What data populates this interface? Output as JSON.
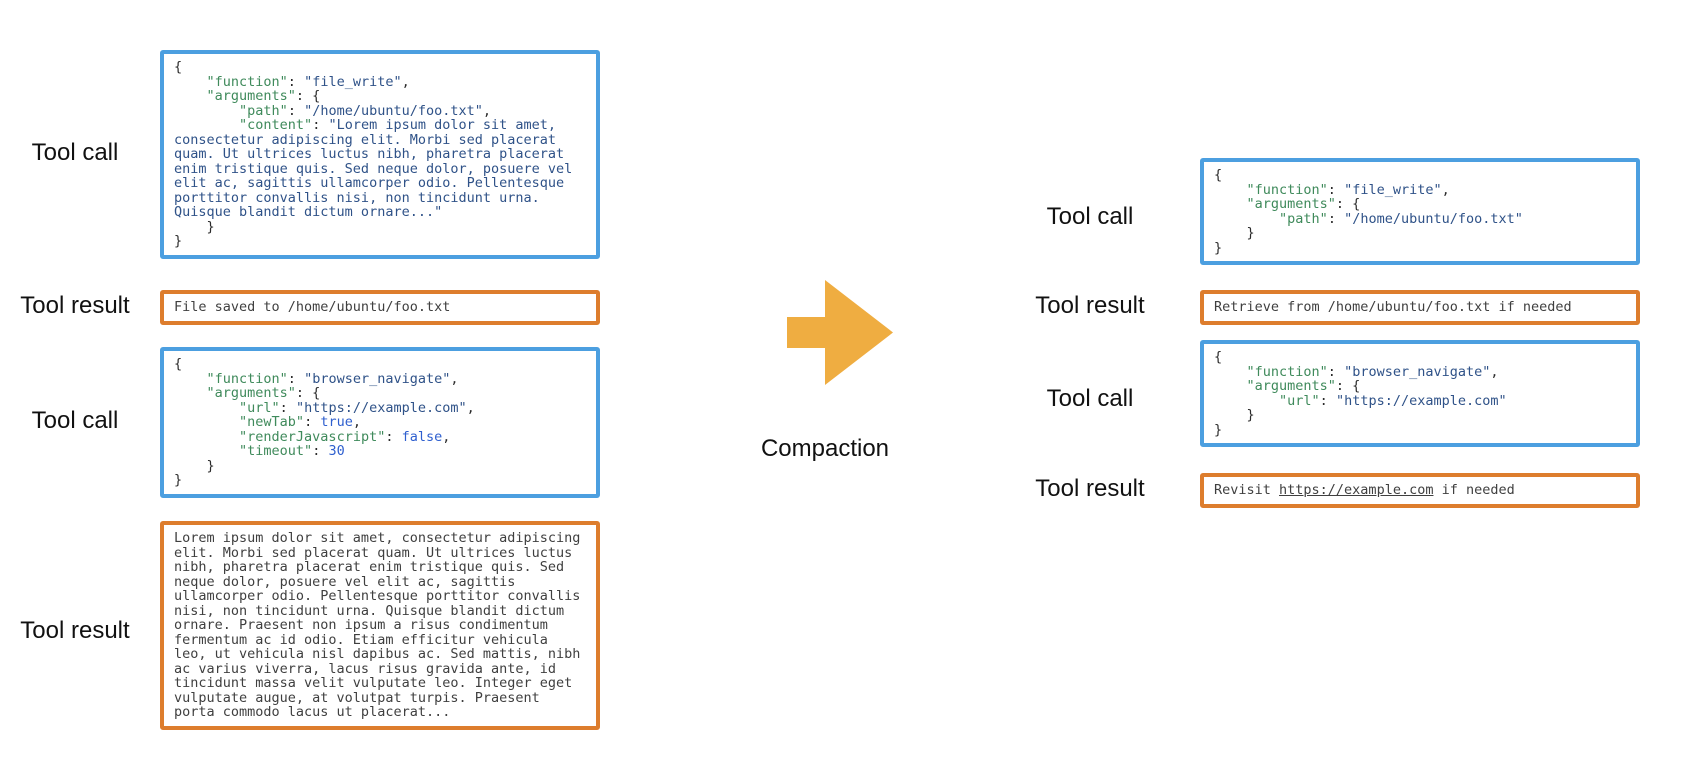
{
  "labels": {
    "tool_call": "Tool call",
    "tool_result": "Tool result",
    "compaction": "Compaction"
  },
  "colors": {
    "tool_call_border": "#4c9fe0",
    "tool_result_border": "#dd7d2d",
    "arrow_fill": "#efad41",
    "json_key": "#3f8a5b",
    "json_string": "#2f5288",
    "json_literal": "#2e5fcf",
    "code_plain": "#2b2b2b",
    "result_text": "#3f3f3f"
  },
  "left": {
    "tool_call_1": {
      "lines": [
        [
          {
            "t": "{"
          }
        ],
        [
          {
            "t": "    "
          },
          {
            "t": "\"function\"",
            "c": "k"
          },
          {
            "t": ": "
          },
          {
            "t": "\"file_write\"",
            "c": "s"
          },
          {
            "t": ","
          }
        ],
        [
          {
            "t": "    "
          },
          {
            "t": "\"arguments\"",
            "c": "k"
          },
          {
            "t": ": {"
          }
        ],
        [
          {
            "t": "        "
          },
          {
            "t": "\"path\"",
            "c": "k"
          },
          {
            "t": ": "
          },
          {
            "t": "\"/home/ubuntu/foo.txt\"",
            "c": "s"
          },
          {
            "t": ","
          }
        ],
        [
          {
            "t": "        "
          },
          {
            "t": "\"content\"",
            "c": "k"
          },
          {
            "t": ": "
          },
          {
            "t": "\"Lorem ipsum dolor sit amet, consectetur adipiscing elit. Morbi sed placerat quam. Ut ultrices luctus nibh, pharetra placerat enim tristique quis. Sed neque dolor, posuere vel elit ac, sagittis ullamcorper odio. Pellentesque porttitor convallis nisi, non tincidunt urna. Quisque blandit dictum ornare...\"",
            "c": "s"
          }
        ],
        [
          {
            "t": "    }"
          }
        ],
        [
          {
            "t": "}"
          }
        ]
      ]
    },
    "tool_result_1": {
      "lines": [
        [
          {
            "t": "File saved to /home/ubuntu/foo.txt",
            "c": "r"
          }
        ]
      ]
    },
    "tool_call_2": {
      "lines": [
        [
          {
            "t": "{"
          }
        ],
        [
          {
            "t": "    "
          },
          {
            "t": "\"function\"",
            "c": "k"
          },
          {
            "t": ": "
          },
          {
            "t": "\"browser_navigate\"",
            "c": "s"
          },
          {
            "t": ","
          }
        ],
        [
          {
            "t": "    "
          },
          {
            "t": "\"arguments\"",
            "c": "k"
          },
          {
            "t": ": {"
          }
        ],
        [
          {
            "t": "        "
          },
          {
            "t": "\"url\"",
            "c": "k"
          },
          {
            "t": ": "
          },
          {
            "t": "\"https://example.com\"",
            "c": "s"
          },
          {
            "t": ","
          }
        ],
        [
          {
            "t": "        "
          },
          {
            "t": "\"newTab\"",
            "c": "k"
          },
          {
            "t": ": "
          },
          {
            "t": "true",
            "c": "b"
          },
          {
            "t": ","
          }
        ],
        [
          {
            "t": "        "
          },
          {
            "t": "\"renderJavascript\"",
            "c": "k"
          },
          {
            "t": ": "
          },
          {
            "t": "false",
            "c": "b"
          },
          {
            "t": ","
          }
        ],
        [
          {
            "t": "        "
          },
          {
            "t": "\"timeout\"",
            "c": "k"
          },
          {
            "t": ": "
          },
          {
            "t": "30",
            "c": "b"
          }
        ],
        [
          {
            "t": "    }"
          }
        ],
        [
          {
            "t": "}"
          }
        ]
      ]
    },
    "tool_result_2": {
      "lines": [
        [
          {
            "t": "Lorem ipsum dolor sit amet, consectetur adipiscing elit. Morbi sed placerat quam. Ut ultrices luctus nibh, pharetra placerat enim tristique quis. Sed neque dolor, posuere vel elit ac, sagittis ullamcorper odio. Pellentesque porttitor convallis nisi, non tincidunt urna. Quisque blandit dictum ornare. Praesent non ipsum a risus condimentum fermentum ac id odio. Etiam efficitur vehicula leo, ut vehicula nisl dapibus ac. Sed mattis, nibh ac varius viverra, lacus risus gravida ante, id tincidunt massa velit vulputate leo. Integer eget vulputate augue, at volutpat turpis. Praesent porta commodo lacus ut placerat...",
            "c": "r"
          }
        ]
      ]
    }
  },
  "right": {
    "tool_call_1": {
      "lines": [
        [
          {
            "t": "{"
          }
        ],
        [
          {
            "t": "    "
          },
          {
            "t": "\"function\"",
            "c": "k"
          },
          {
            "t": ": "
          },
          {
            "t": "\"file_write\"",
            "c": "s"
          },
          {
            "t": ","
          }
        ],
        [
          {
            "t": "    "
          },
          {
            "t": "\"arguments\"",
            "c": "k"
          },
          {
            "t": ": {"
          }
        ],
        [
          {
            "t": "        "
          },
          {
            "t": "\"path\"",
            "c": "k"
          },
          {
            "t": ": "
          },
          {
            "t": "\"/home/ubuntu/foo.txt\"",
            "c": "s"
          }
        ],
        [
          {
            "t": "    }"
          }
        ],
        [
          {
            "t": "}"
          }
        ]
      ]
    },
    "tool_result_1": {
      "lines": [
        [
          {
            "t": "Retrieve from /home/ubuntu/foo.txt if needed",
            "c": "r"
          }
        ]
      ]
    },
    "tool_call_2": {
      "lines": [
        [
          {
            "t": "{"
          }
        ],
        [
          {
            "t": "    "
          },
          {
            "t": "\"function\"",
            "c": "k"
          },
          {
            "t": ": "
          },
          {
            "t": "\"browser_navigate\"",
            "c": "s"
          },
          {
            "t": ","
          }
        ],
        [
          {
            "t": "    "
          },
          {
            "t": "\"arguments\"",
            "c": "k"
          },
          {
            "t": ": {"
          }
        ],
        [
          {
            "t": "        "
          },
          {
            "t": "\"url\"",
            "c": "k"
          },
          {
            "t": ": "
          },
          {
            "t": "\"https://example.com\"",
            "c": "s"
          }
        ],
        [
          {
            "t": "    }"
          }
        ],
        [
          {
            "t": "}"
          }
        ]
      ]
    },
    "tool_result_2": {
      "lines": [
        [
          {
            "t": "Revisit ",
            "c": "r"
          },
          {
            "t": "https://example.com",
            "c": "ru"
          },
          {
            "t": " if needed",
            "c": "r"
          }
        ]
      ]
    }
  }
}
